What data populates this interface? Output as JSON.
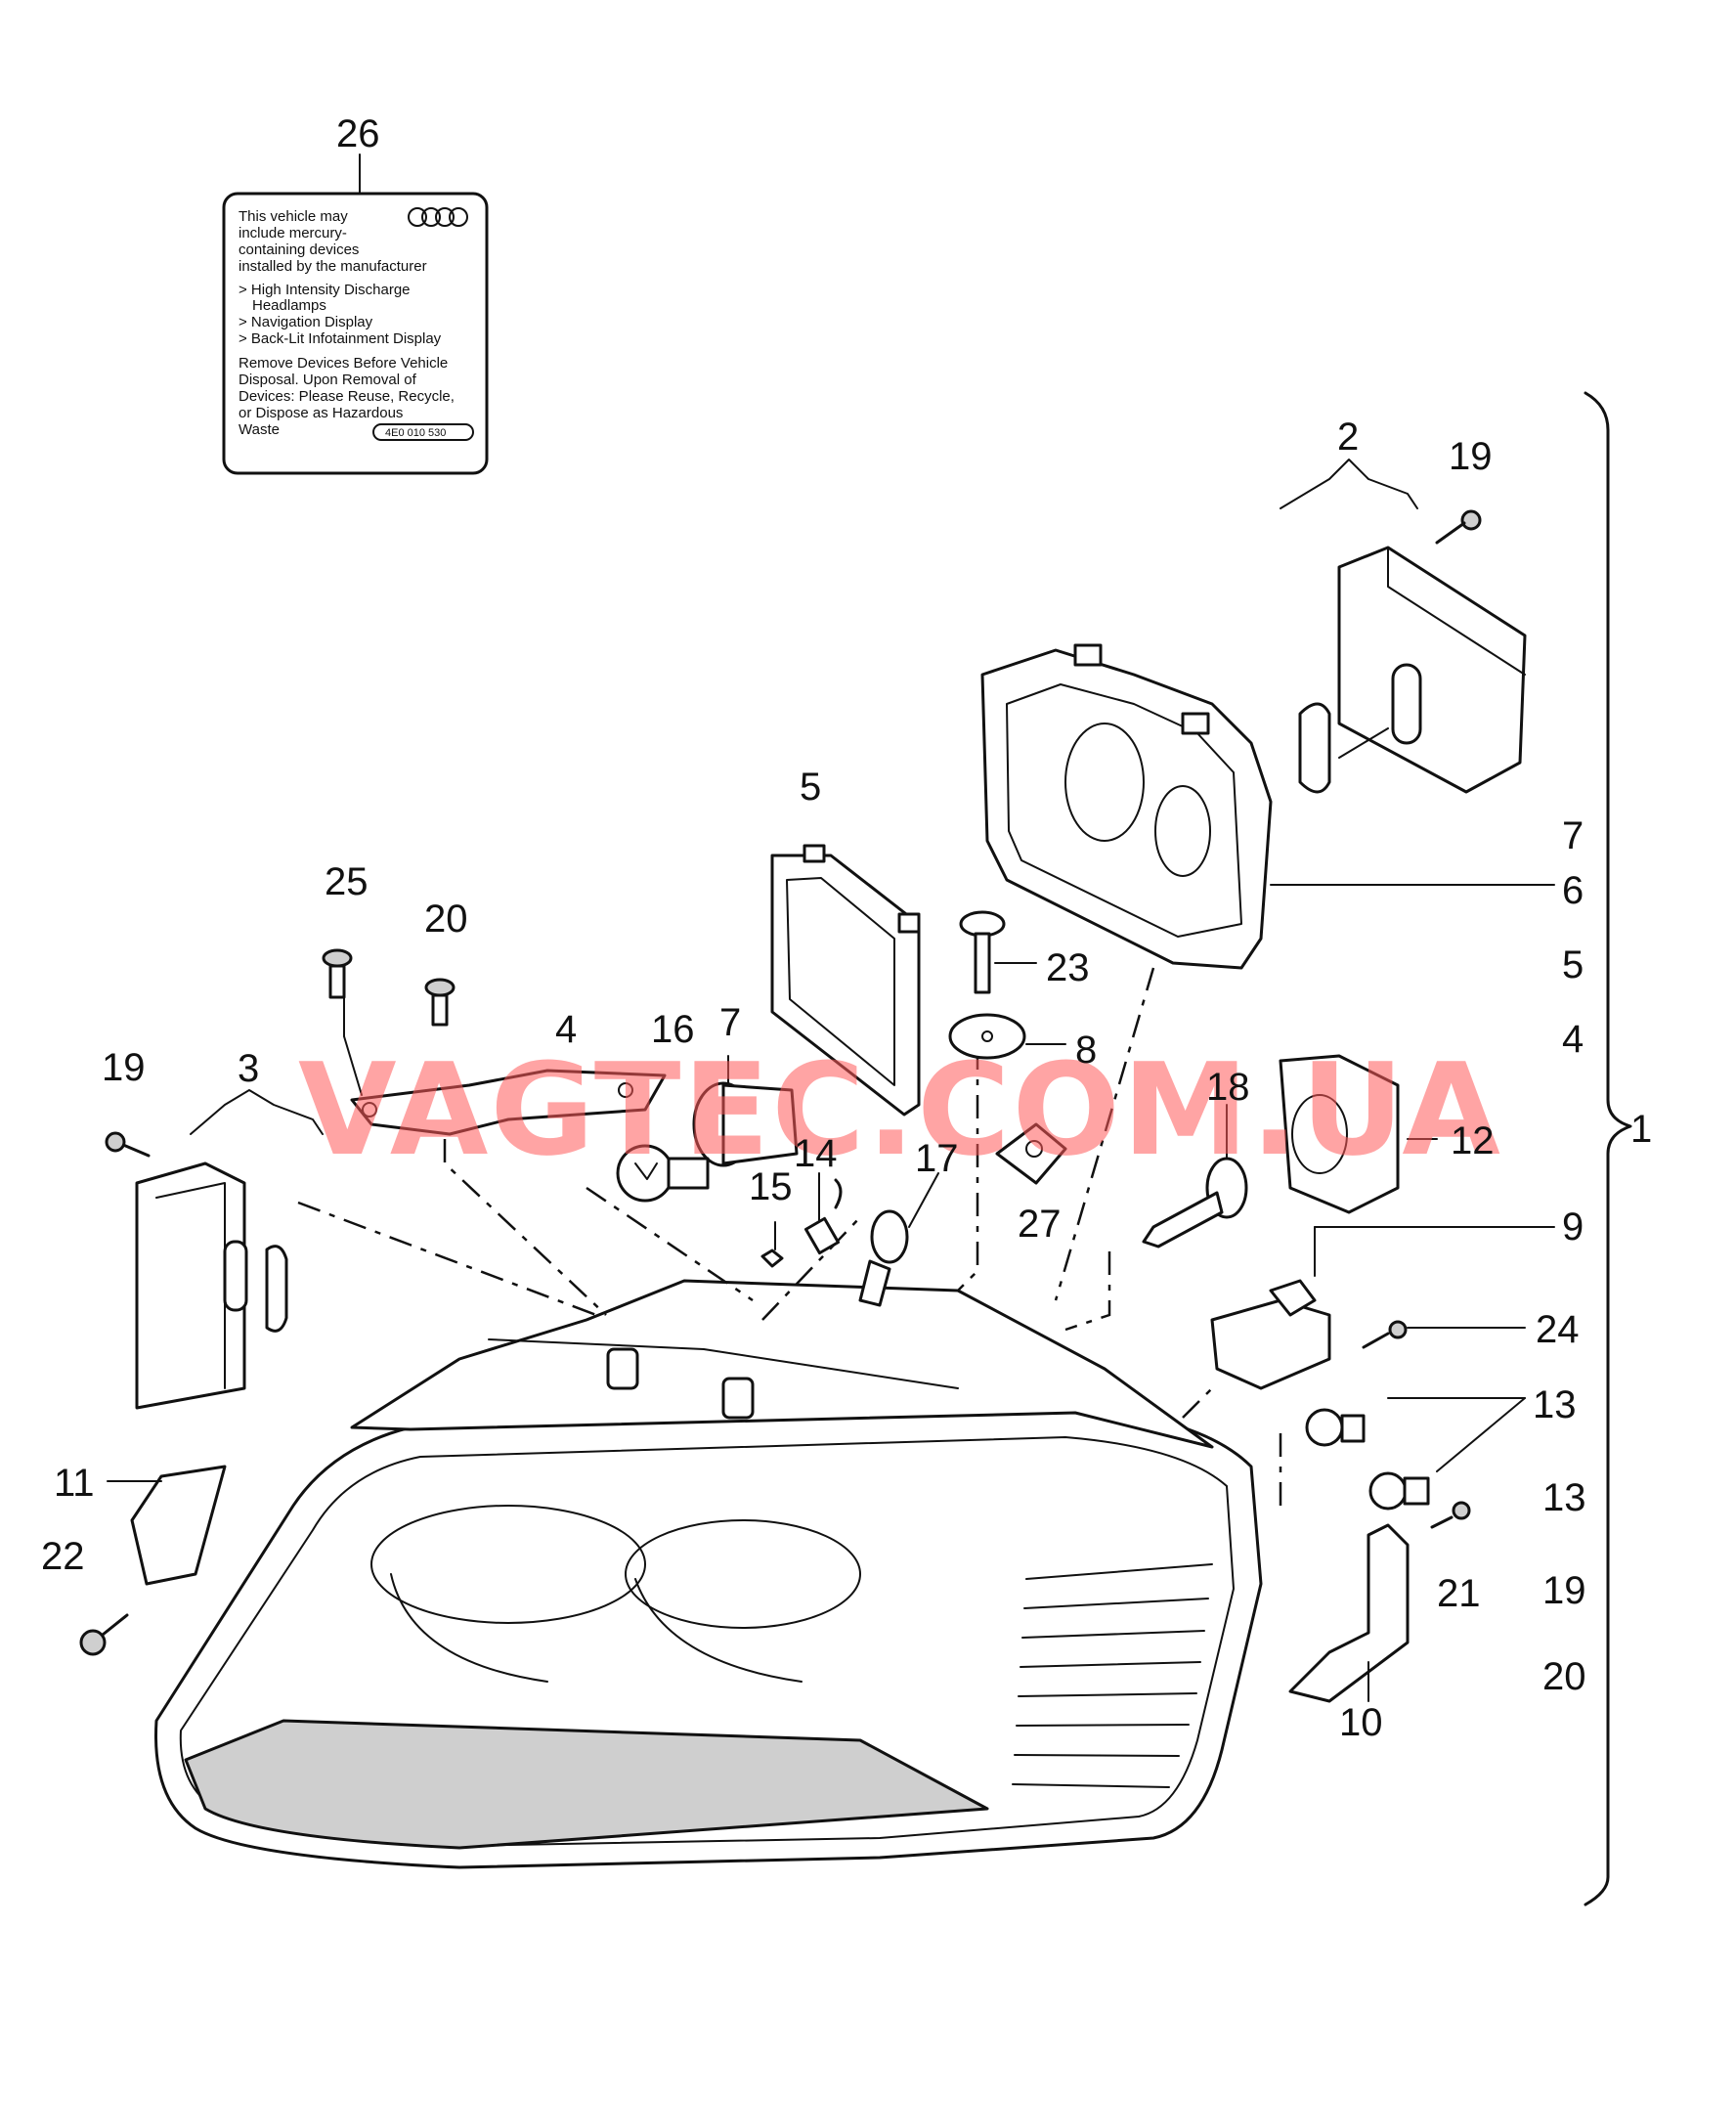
{
  "label_sticker": {
    "lines": [
      "This vehicle may",
      "include mercury-",
      "containing devices",
      "installed by the manufacturer",
      "> High Intensity Discharge",
      "Headlamps",
      "> Navigation Display",
      "> Back-Lit Infotainment Display",
      "Remove Devices Before Vehicle",
      "Disposal. Upon Removal of",
      "Devices: Please Reuse, Recycle,",
      "or Dispose as Hazardous",
      "Waste"
    ],
    "part_code": "4E0 010 530"
  },
  "watermark": "VAGTEC.COM.UA",
  "callouts": {
    "n1": "1",
    "n2": "2",
    "n3": "3",
    "n4": "4",
    "n5": "5",
    "n6": "6",
    "n7": "7",
    "n8": "8",
    "n9": "9",
    "n10": "10",
    "n11": "11",
    "n12": "12",
    "n13": "13",
    "n14": "14",
    "n15": "15",
    "n16": "16",
    "n17": "17",
    "n18": "18",
    "n19": "19",
    "n20": "20",
    "n21": "21",
    "n22": "22",
    "n23": "23",
    "n24": "24",
    "n25": "25",
    "n26": "26",
    "n27": "27"
  },
  "assembly_list": [
    "7",
    "6",
    "5",
    "4",
    "13",
    "19",
    "20"
  ]
}
